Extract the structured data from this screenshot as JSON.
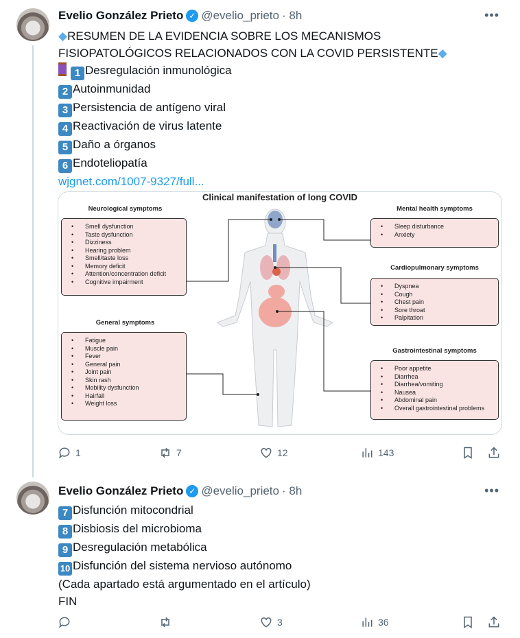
{
  "tweets": [
    {
      "name": "Evelio González Prieto",
      "handle": "@evelio_prieto",
      "time": "· 8h",
      "lines": [
        "RESUMEN DE LA EVIDENCIA SOBRE LOS MECANISMOS",
        "FISIOPATOLÓGICOS RELACIONADOS CON LA COVID PERSISTENTE"
      ],
      "items": [
        {
          "n": "1",
          "t": "Desregulación inmunológica"
        },
        {
          "n": "2",
          "t": "Autoinmunidad"
        },
        {
          "n": "3",
          "t": "Persistencia de antígeno viral"
        },
        {
          "n": "4",
          "t": "Reactivación de virus latente"
        },
        {
          "n": "5",
          "t": "Daño a órganos"
        },
        {
          "n": "6",
          "t": "Endoteliopatía"
        }
      ],
      "link": "wjgnet.com/1007-9327/full...",
      "stats": {
        "replies": "1",
        "retweets": "7",
        "likes": "12",
        "views": "143"
      }
    },
    {
      "name": "Evelio González Prieto",
      "handle": "@evelio_prieto",
      "time": "· 8h",
      "items": [
        {
          "n": "7",
          "t": "Disfunción mitocondrial"
        },
        {
          "n": "8",
          "t": "Disbiosis del microbioma"
        },
        {
          "n": "9",
          "t": "Desregulación metabólica"
        },
        {
          "n": "10",
          "t": "Disfunción del sistema nervioso autónomo"
        }
      ],
      "extra": [
        "(Cada apartado está argumentado en el artículo)",
        "FIN"
      ],
      "stats": {
        "replies": "",
        "retweets": "",
        "likes": "3",
        "views": "36"
      }
    }
  ],
  "figure": {
    "title": "Clinical manifestation of long COVID",
    "neuro": {
      "title": "Neurological symptoms",
      "items": [
        "Smell dysfunction",
        "Taste dysfunction",
        "Dizziness",
        "Hearing problem",
        "Smell/taste loss",
        "Memory deficit",
        "Attention/concentration deficit",
        "Cognitive impairment"
      ]
    },
    "general": {
      "title": "General symptoms",
      "items": [
        "Fatigue",
        "Muscle pain",
        "Fever",
        "General pain",
        "Joint pain",
        "Skin rash",
        "Mobility dysfunction",
        "Hairfall",
        "Weight loss"
      ]
    },
    "mental": {
      "title": "Mental health symptoms",
      "items": [
        "Sleep disturbance",
        "Anxiety"
      ]
    },
    "cardio": {
      "title": "Cardiopulmonary symptoms",
      "items": [
        "Dyspnea",
        "Cough",
        "Chest pain",
        "Sore throat",
        "Palpitation"
      ]
    },
    "gi": {
      "title": "Gastrointestinal symptoms",
      "items": [
        "Poor appetite",
        "Diarrhea",
        "Diarrhea/vomiting",
        "Nausea",
        "Abdominal pain",
        "Overall gastrointestinal problems"
      ]
    }
  }
}
